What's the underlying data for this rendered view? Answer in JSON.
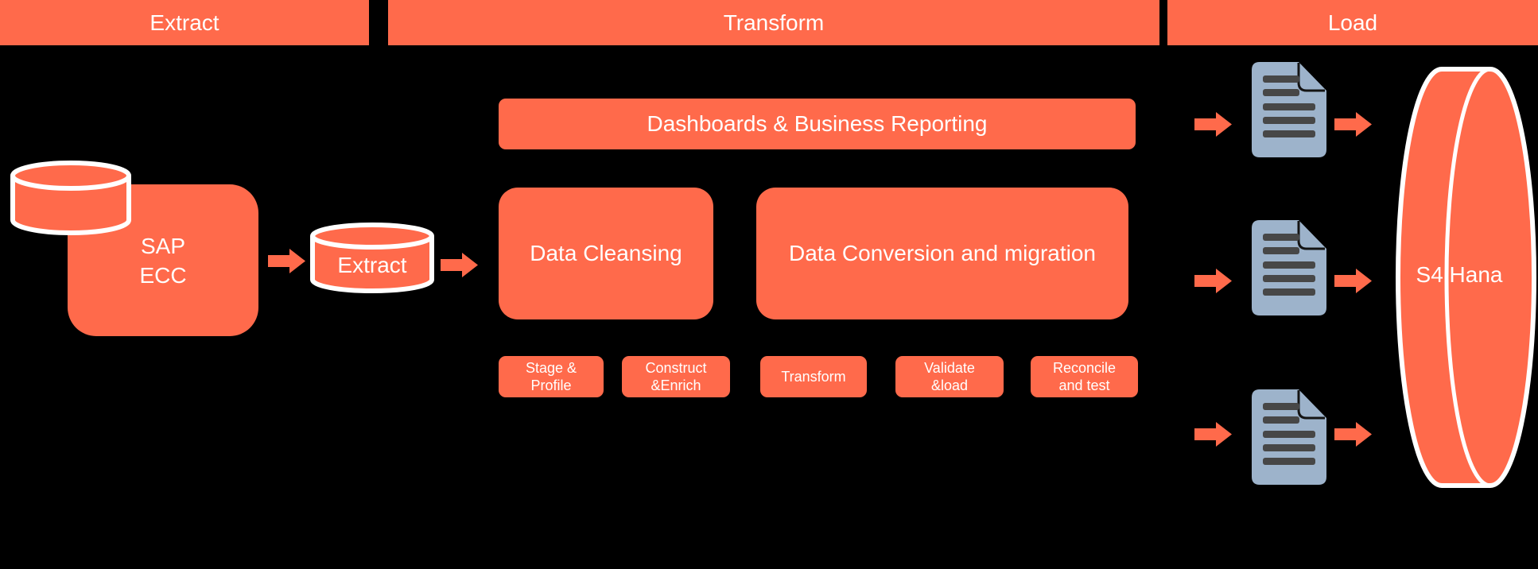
{
  "colors": {
    "accent": "#FF6A4B",
    "background": "#000000",
    "text": "#FFFFFF",
    "doc_fill": "#9DB3CB",
    "doc_line": "#474747"
  },
  "icons": {
    "source_database": "database-cylinder-icon",
    "staging_database": "database-cylinder-icon",
    "target_database": "database-cylinder-icon",
    "flow_arrow": "arrow-right-icon",
    "file": "document-icon"
  },
  "header": {
    "sections": [
      {
        "label": "Extract"
      },
      {
        "label": "Transform"
      },
      {
        "label": "Load"
      }
    ]
  },
  "extract_stage": {
    "source": {
      "line1": "SAP",
      "line2": "ECC"
    },
    "staging_label": "Extract"
  },
  "transform_stage": {
    "reporting_bar": "Dashboards & Business Reporting",
    "cleansing_box": "Data Cleansing",
    "conversion_box": "Data Conversion and migration",
    "steps": [
      {
        "line1": "Stage &",
        "line2": "Profile"
      },
      {
        "line1": "Construct",
        "line2": "&Enrich"
      },
      {
        "line1": "Transform",
        "line2": ""
      },
      {
        "line1": "Validate",
        "line2": "&load"
      },
      {
        "line1": "Reconcile",
        "line2": "and test"
      }
    ]
  },
  "load_stage": {
    "target_label": "S4 Hana"
  }
}
